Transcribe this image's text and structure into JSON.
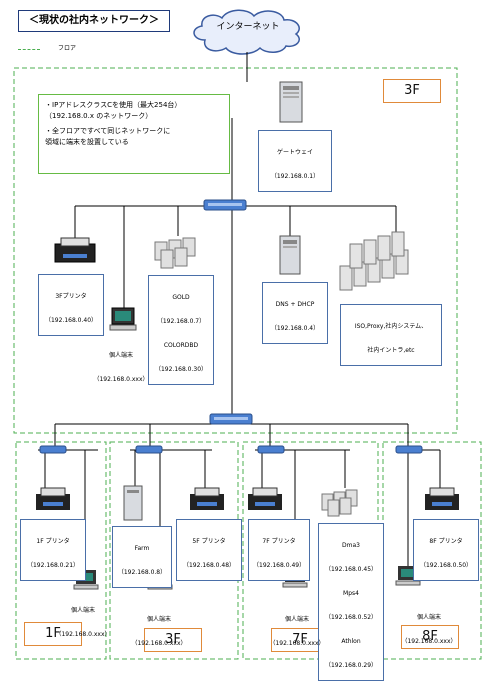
{
  "title": "＜現状の社内ネットワーク＞",
  "legend": {
    "label": "フロア",
    "color": "#4caf50"
  },
  "internet": {
    "label": "インターネット"
  },
  "note": {
    "line1": "・IPアドレスクラスCを使用（最大254台）",
    "line2": "（192.168.0.x のネットワーク）",
    "line3": "・全フロアですべて同じネットワークに",
    "line4": "領域に端末を設置している"
  },
  "gateway": {
    "name": "ゲートウェイ",
    "ip": "（192.168.0.1）"
  },
  "floor3main": {
    "floor": "3F",
    "printer": {
      "name": "3Fプリンタ",
      "ip": "（192.168.0.40）"
    },
    "terminal": {
      "name": "個人端末",
      "ip": "（192.168.0.xxx）"
    },
    "gold": {
      "line1": "GOLD",
      "line2": "（192.168.0.7）",
      "line3": "COLORDBD",
      "line4": "（192.168.0.30）"
    },
    "dns": {
      "name": "DNS + DHCP",
      "ip": "（192.168.0.4）"
    },
    "servers": {
      "line1": "ISO,Proxy,社内システム、",
      "line2": "社内イントラ,etc"
    }
  },
  "floor1": {
    "floor": "1F",
    "printer": {
      "name": "1F プリンタ",
      "ip": "（192.168.0.21）"
    },
    "terminal": {
      "name": "個人端末",
      "ip": "（192.168.0.xxx）"
    }
  },
  "floor3b": {
    "floor": "3F",
    "farm": {
      "name": "Farm",
      "ip": "（192.168.0.8）"
    },
    "printer": {
      "name": "5F プリンタ",
      "ip": "（192.168.0.48）"
    },
    "terminal": {
      "name": "個人端末",
      "ip": "（192.168.0.xxx）"
    }
  },
  "floor7": {
    "floor": "7F",
    "printer": {
      "name": "7F プリンタ",
      "ip": "（192.168.0.49）"
    },
    "dma": {
      "l1": "Dma3",
      "l2": "（192.168.0.45）",
      "l3": "Mps4",
      "l4": "（192.168.0.52）",
      "l5": "Athlon",
      "l6": "（192.168.0.29）"
    },
    "terminal": {
      "name": "個人端末",
      "ip": "（192.168.0.xxx）"
    }
  },
  "floor8": {
    "floor": "8F",
    "printer": {
      "name": "8F プリンタ",
      "ip": "（192.168.0.50）"
    },
    "terminal": {
      "name": "個人端末",
      "ip": "（192.168.0.xxx）"
    }
  },
  "colors": {
    "line": "#000000",
    "switch": "#4a7fd0",
    "floorBorder": "#4caf50",
    "floorLabel": "#e08a3a"
  }
}
